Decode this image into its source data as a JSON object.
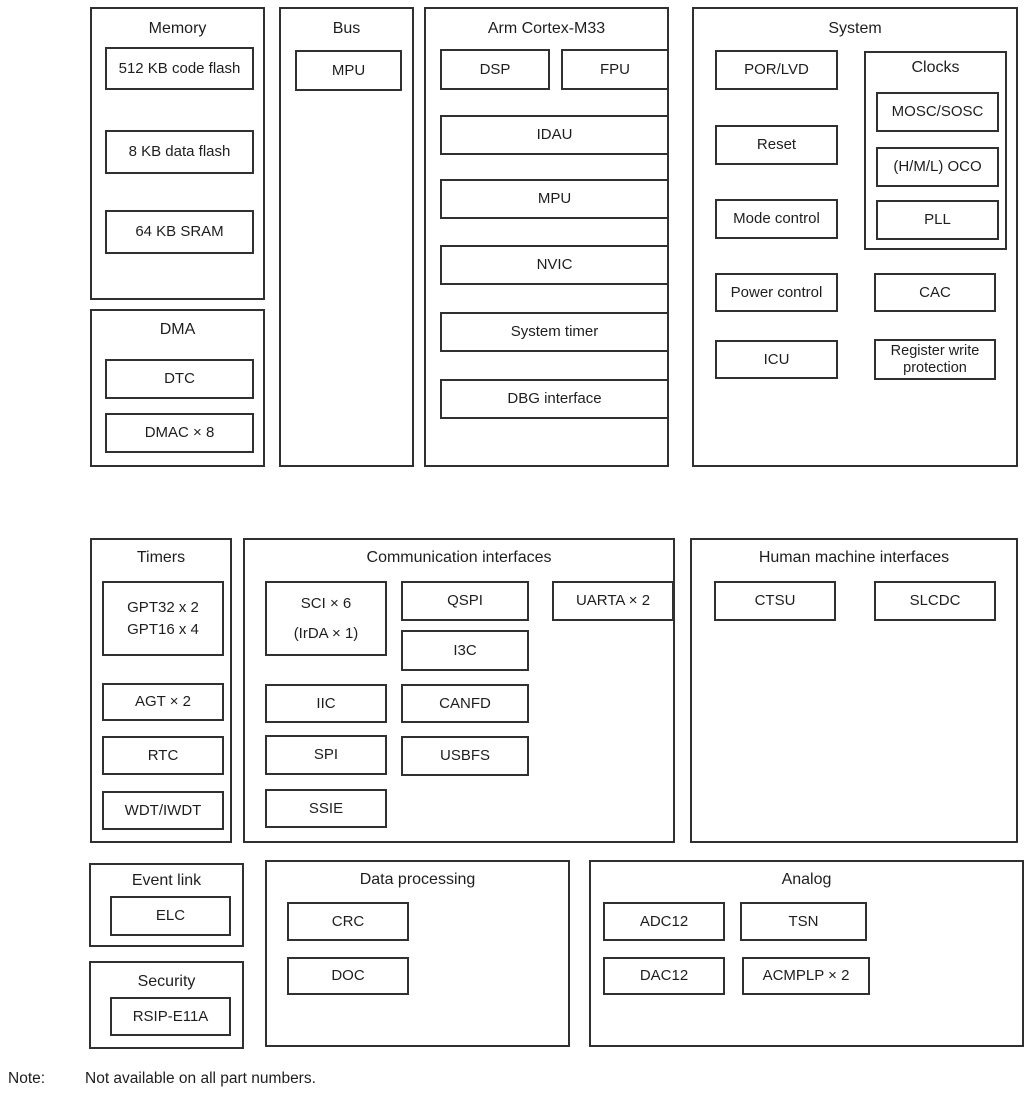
{
  "sections": {
    "memory": {
      "title": "Memory",
      "items": [
        "512 KB code flash",
        "8 KB data flash",
        "64 KB SRAM"
      ]
    },
    "dma": {
      "title": "DMA",
      "items": [
        "DTC",
        "DMAC × 8"
      ]
    },
    "bus": {
      "title": "Bus",
      "items": [
        "MPU"
      ]
    },
    "cortex": {
      "title": "Arm Cortex-M33",
      "items": [
        "DSP",
        "FPU",
        "IDAU",
        "MPU",
        "NVIC",
        "System timer",
        "DBG interface"
      ]
    },
    "system": {
      "title": "System",
      "items": [
        "POR/LVD",
        "Reset",
        "Mode control",
        "Power control",
        "ICU",
        "CAC",
        "Register write\nprotection"
      ],
      "clocks": {
        "title": "Clocks",
        "items": [
          "MOSC/SOSC",
          "(H/M/L) OCO",
          "PLL"
        ]
      }
    },
    "timers": {
      "title": "Timers",
      "items": [
        "GPT32 x 2\nGPT16 x 4",
        "AGT × 2",
        "RTC",
        "WDT/IWDT"
      ]
    },
    "comm": {
      "title": "Communication interfaces",
      "items": [
        "SCI × 6\n(IrDA × 1)",
        "QSPI",
        "I3C",
        "UARTA × 2",
        "IIC",
        "CANFD",
        "SPI",
        "USBFS",
        "SSIE"
      ]
    },
    "hmi": {
      "title": "Human machine interfaces",
      "items": [
        "CTSU",
        "SLCDC"
      ]
    },
    "event_link": {
      "title": "Event link",
      "items": [
        "ELC"
      ]
    },
    "security": {
      "title": "Security",
      "items": [
        "RSIP-E11A"
      ]
    },
    "data_processing": {
      "title": "Data processing",
      "items": [
        "CRC",
        "DOC"
      ]
    },
    "analog": {
      "title": "Analog",
      "items": [
        "ADC12",
        "TSN",
        "DAC12",
        "ACMPLP × 2"
      ]
    }
  },
  "note": {
    "label": "Note:",
    "text": "Not available on all part numbers."
  },
  "colors": {
    "border": "#303030",
    "text": "#1e1e1e",
    "background": "#ffffff"
  }
}
